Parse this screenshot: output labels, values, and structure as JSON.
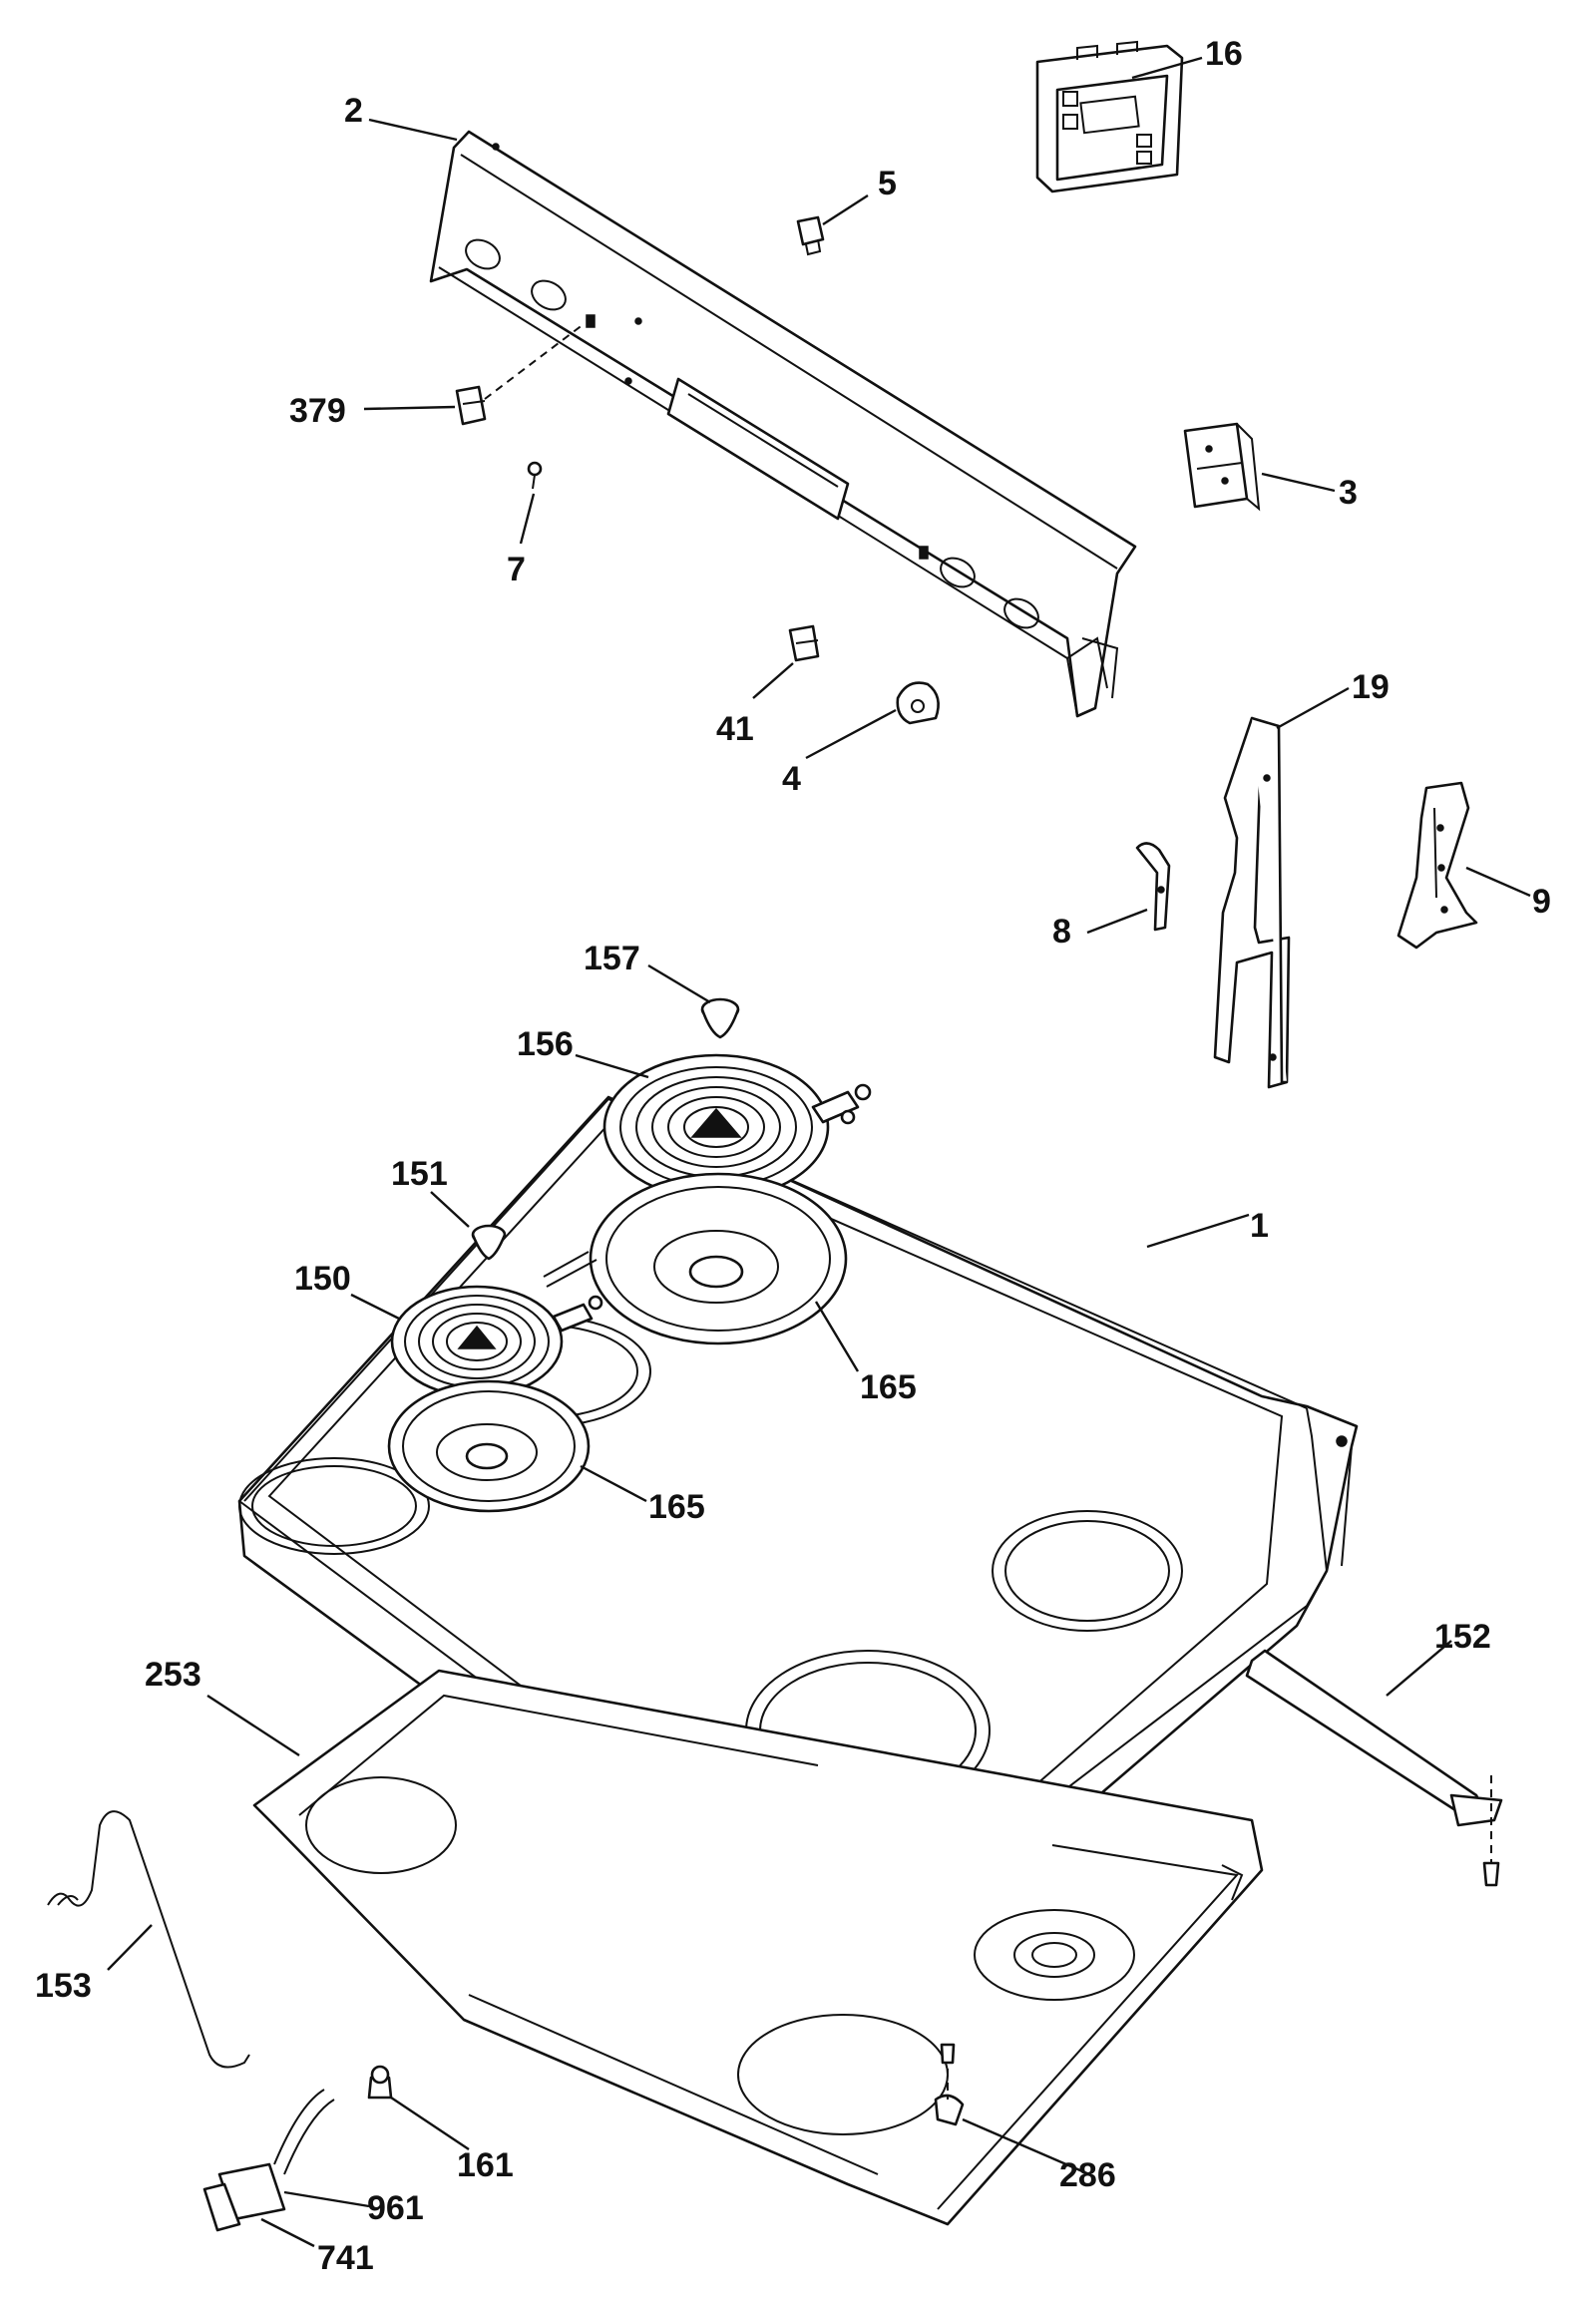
{
  "parts": {
    "p1": "1",
    "p2": "2",
    "p3": "3",
    "p4": "4",
    "p5": "5",
    "p7": "7",
    "p8": "8",
    "p9": "9",
    "p16": "16",
    "p19": "19",
    "p41": "41",
    "p150": "150",
    "p151": "151",
    "p152": "152",
    "p153": "153",
    "p156": "156",
    "p157": "157",
    "p161": "161",
    "p165a": "165",
    "p165b": "165",
    "p253": "253",
    "p286": "286",
    "p379": "379",
    "p741": "741",
    "p961": "961"
  }
}
